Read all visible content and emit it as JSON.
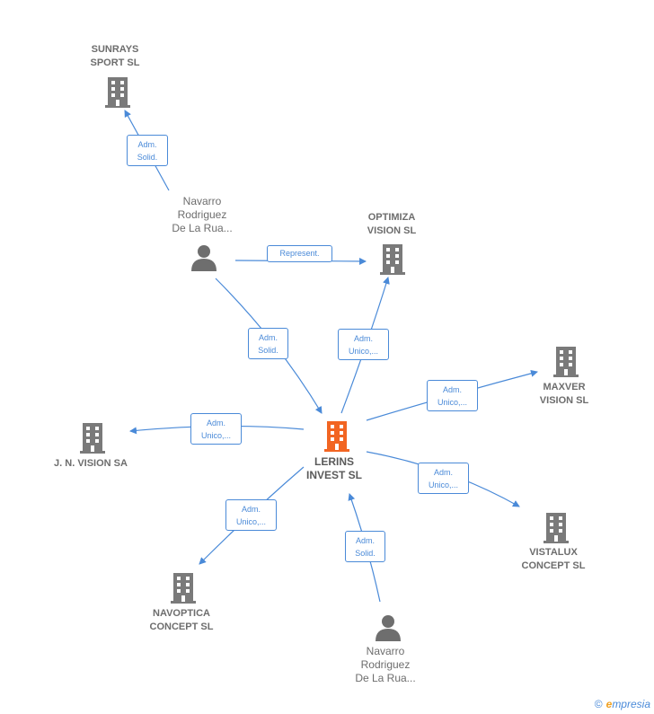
{
  "nodes": {
    "center": {
      "label": "LERINS\nINVEST  SL",
      "color": "#f26522"
    },
    "sunrays": {
      "label": "SUNRAYS\nSPORT SL"
    },
    "optimiza": {
      "label": "OPTIMIZA\nVISION  SL"
    },
    "maxver": {
      "label": "MAXVER\nVISION  SL"
    },
    "jnvision": {
      "label": "J. N. VISION SA"
    },
    "vistalux": {
      "label": "VISTALUX\nCONCEPT  SL"
    },
    "navoptica": {
      "label": "NAVOPTICA\nCONCEPT  SL"
    },
    "person_top": {
      "label": "Navarro\nRodriguez\nDe La Rua..."
    },
    "person_bottom": {
      "label": "Navarro\nRodriguez\nDe La Rua..."
    }
  },
  "edges": {
    "sunrays": "Adm.\nSolid.",
    "represent": "Represent.",
    "person_top_center": "Adm.\nSolid.",
    "optimiza": "Adm.\nUnico,...",
    "maxver": "Adm.\nUnico,...",
    "jnvision": "Adm.\nUnico,...",
    "vistalux": "Adm.\nUnico,...",
    "navoptica": "Adm.\nUnico,...",
    "person_bottom_center": "Adm.\nSolid."
  },
  "colors": {
    "edge": "#4a8ad8",
    "company_icon": "#7a7a7a",
    "center_icon": "#f26522",
    "person_icon": "#6e6e6e"
  },
  "footer": {
    "copyright": "©",
    "brand_first": "e",
    "brand_rest": "mpresia"
  }
}
